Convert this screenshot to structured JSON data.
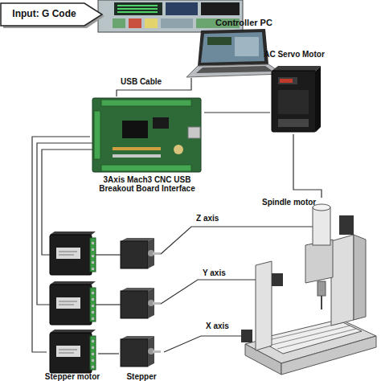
{
  "diagram": {
    "nodes": [
      {
        "text": [
          "Input: G Code"
        ]
      },
      {
        "text": [
          "Controller PC"
        ]
      },
      {
        "text": [
          "3Axis Mach3 CNC USB Breakout Board Interface"
        ]
      },
      {
        "text": [
          "AC Servo Motor"
        ]
      },
      {
        "text": [
          "Spindle motor"
        ]
      },
      {
        "text": [
          "Stepper motor"
        ]
      },
      {
        "text": [
          "Stepper"
        ]
      }
    ],
    "edges": [
      {
        "from": 1,
        "to": 2,
        "label": "USB Cable",
        "arrow": "none"
      },
      {
        "from": 2,
        "to": 3,
        "arrow": "none"
      },
      {
        "from": 3,
        "to": 4,
        "arrow": "none"
      },
      {
        "from": 2,
        "to": 5,
        "arrow": "none"
      },
      {
        "from": 5,
        "to": 6,
        "arrow": "none"
      },
      {
        "from": 6,
        "to": 4,
        "label": "X axis",
        "arrow": "none"
      }
    ],
    "labels": [
      "Z axis",
      "Y axis"
    ]
  }
}
